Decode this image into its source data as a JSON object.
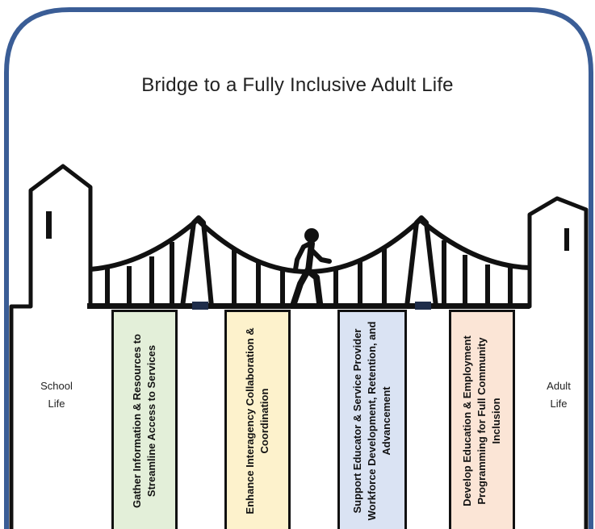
{
  "title": "Bridge to a Fully Inclusive Adult Life",
  "left_label": [
    "School",
    "Life"
  ],
  "right_label": [
    "Adult",
    "Life"
  ],
  "pillars": [
    {
      "text": "Gather Information & Resources to Streamline Access to Services",
      "color": "#e3efd9"
    },
    {
      "text": "Enhance Interagency Collaboration & Coordination",
      "color": "#fdf2cc"
    },
    {
      "text": "Support Educator & Service Provider Workforce Development, Retention, and Advancement",
      "color": "#dae3f3"
    },
    {
      "text": "Develop Education & Employment Programming for Full Community Inclusion",
      "color": "#fbe5d6"
    }
  ],
  "colors": {
    "frame": "#3a5d96",
    "ink": "#111111"
  },
  "icons": [
    "walking-person-icon"
  ]
}
